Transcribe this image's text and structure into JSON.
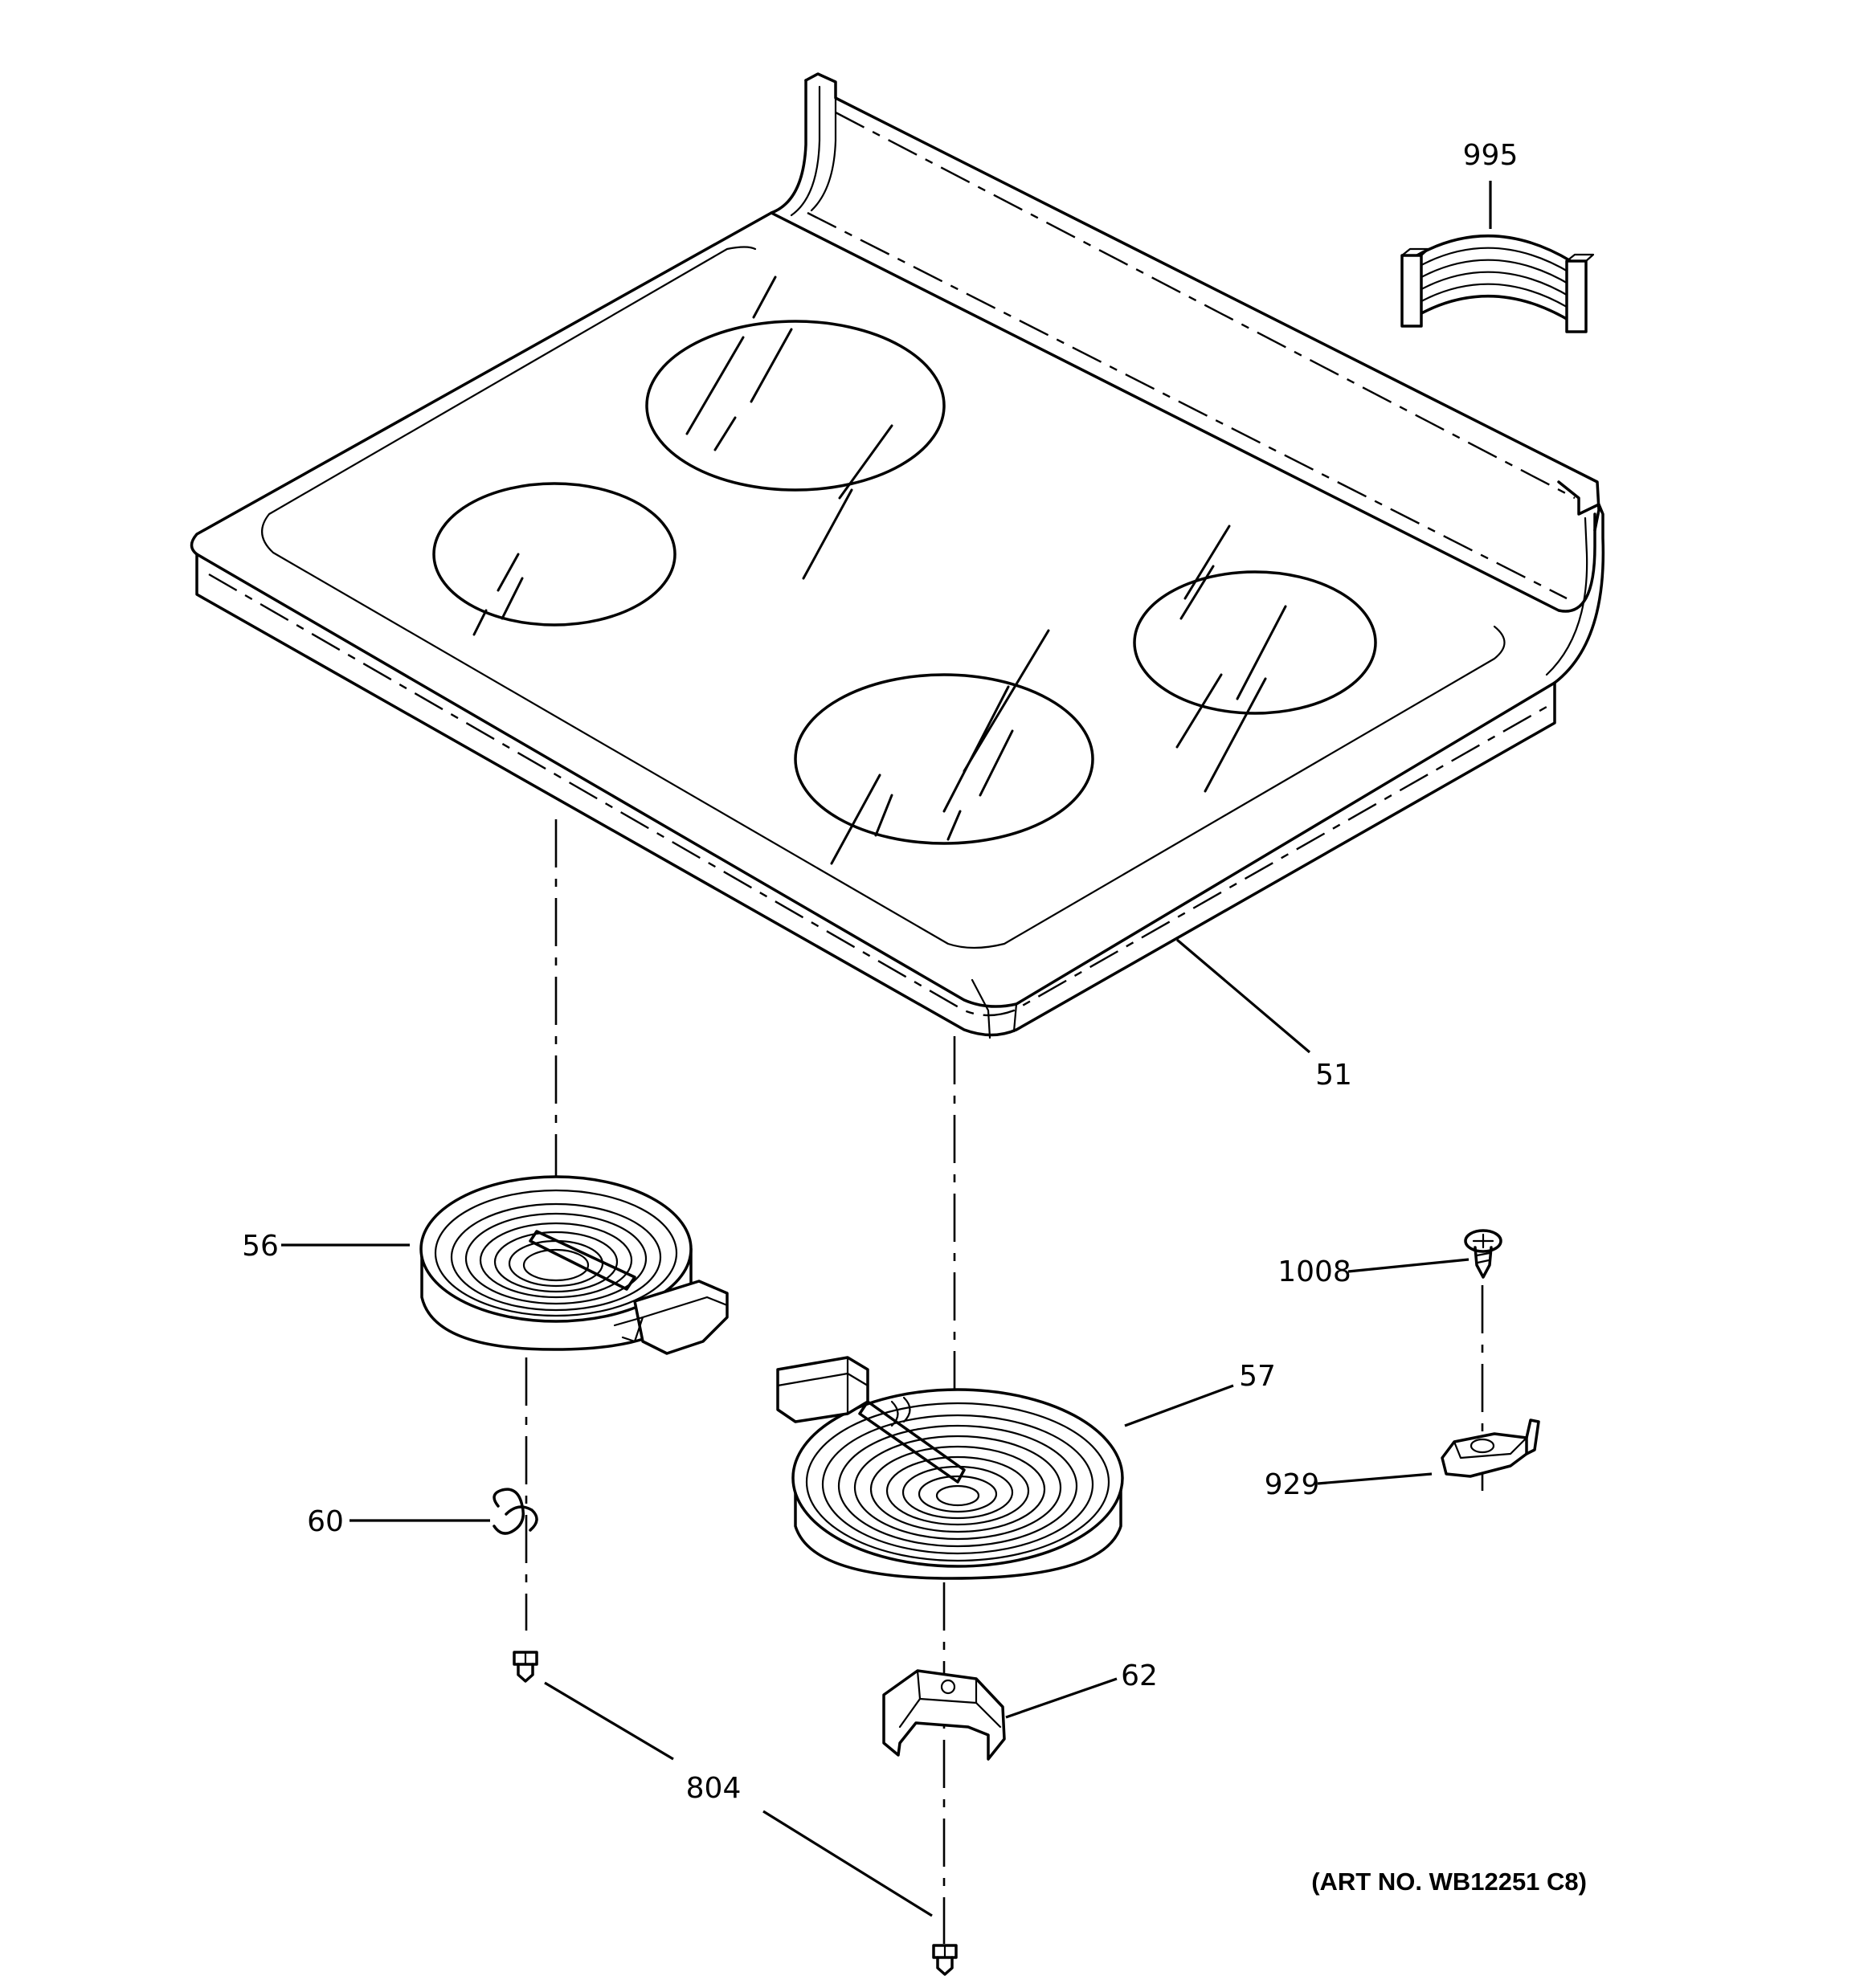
{
  "diagram": {
    "art_number": "(ART NO. WB12251 C8)",
    "parts": [
      {
        "id": "51",
        "label": "51"
      },
      {
        "id": "56",
        "label": "56"
      },
      {
        "id": "57",
        "label": "57"
      },
      {
        "id": "60",
        "label": "60"
      },
      {
        "id": "62",
        "label": "62"
      },
      {
        "id": "804",
        "label": "804"
      },
      {
        "id": "929",
        "label": "929"
      },
      {
        "id": "995",
        "label": "995"
      },
      {
        "id": "1008",
        "label": "1008"
      }
    ]
  }
}
